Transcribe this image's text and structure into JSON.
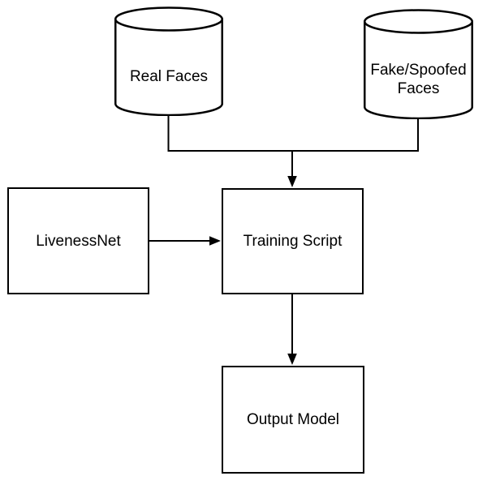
{
  "diagram": {
    "background": "#ffffff",
    "line_color": "#000000",
    "text_color": "#000000",
    "nodes": {
      "real_faces": {
        "label": "Real Faces",
        "shape": "cylinder"
      },
      "fake_spoofed_faces": {
        "label": "Fake/Spoofed Faces",
        "shape": "cylinder"
      },
      "livenessnet": {
        "label": "LivenessNet",
        "shape": "rectangle"
      },
      "training_script": {
        "label": "Training Script",
        "shape": "rectangle"
      },
      "output_model": {
        "label": "Output Model",
        "shape": "rectangle"
      }
    },
    "edges": [
      {
        "from": "real_faces",
        "to": "training_script",
        "type": "elbow-arrow"
      },
      {
        "from": "fake_spoofed_faces",
        "to": "training_script",
        "type": "elbow-arrow"
      },
      {
        "from": "livenessnet",
        "to": "training_script",
        "type": "arrow"
      },
      {
        "from": "training_script",
        "to": "output_model",
        "type": "arrow"
      }
    ]
  }
}
